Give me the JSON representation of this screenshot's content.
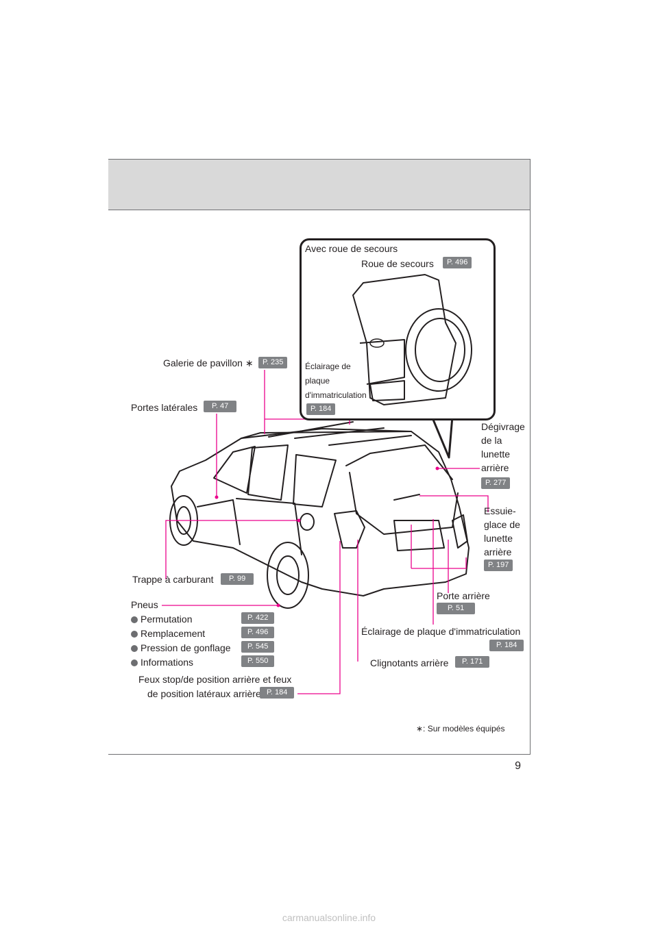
{
  "page": {
    "number": "9"
  },
  "inset": {
    "title": "Avec roue de secours",
    "spare_wheel_label": "Roue de secours",
    "spare_wheel_page": "P. 496",
    "plate_light_label_1": "Éclairage de",
    "plate_light_label_2": "plaque",
    "plate_light_label_3": "d'immatriculation",
    "plate_light_page": "P. 184"
  },
  "labels": {
    "roof_rack": "Galerie de pavillon",
    "roof_rack_mark": "∗",
    "roof_rack_page": "P. 235",
    "side_doors": "Portes latérales",
    "side_doors_page": "P. 47",
    "defogger_1": "Dégivrage",
    "defogger_2": "de la",
    "defogger_3": "lunette",
    "defogger_4": "arrière",
    "defogger_page": "P. 277",
    "wiper_1": "Essuie-",
    "wiper_2": "glace de",
    "wiper_3": "lunette",
    "wiper_4": "arrière",
    "wiper_page": "P. 197",
    "fuel_door": "Trappe à carburant",
    "fuel_door_page": "P. 99",
    "back_door": "Porte arrière",
    "back_door_page": "P. 51",
    "plate_light": "Éclairage de plaque d'immatriculation",
    "plate_light_page": "P. 184",
    "turn_signals": "Clignotants arrière",
    "turn_signals_page": "P. 171",
    "stop_lights_1": "Feux stop/de position arrière et feux",
    "stop_lights_2": "de position latéraux arrière",
    "stop_lights_page": "P. 184",
    "tires": "Pneus",
    "tire_items": [
      {
        "label": "Permutation",
        "page": "P. 422"
      },
      {
        "label": "Remplacement",
        "page": "P. 496"
      },
      {
        "label": "Pression de gonflage",
        "page": "P. 545"
      },
      {
        "label": "Informations",
        "page": "P. 550"
      }
    ]
  },
  "footnote": "∗: Sur modèles équipés",
  "watermark": "carmanualsonline.info",
  "colors": {
    "leader": "#ec008c",
    "badge": "#808285",
    "header_band": "#d9d9d9"
  }
}
